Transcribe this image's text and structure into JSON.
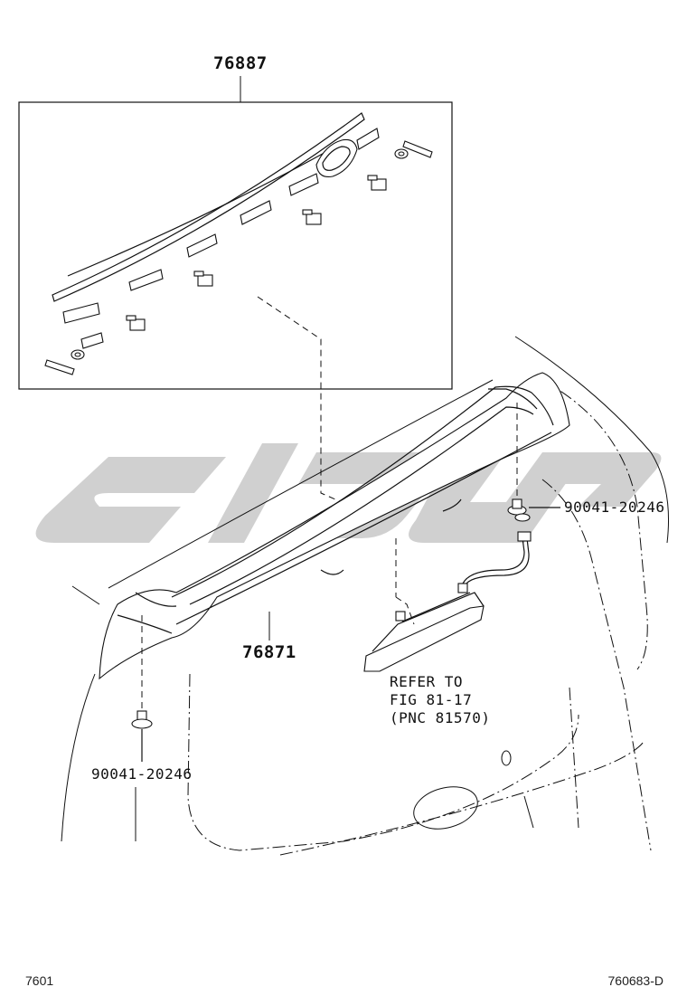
{
  "labels": {
    "kit_part": "76887",
    "spoiler_part": "76871",
    "clip_right": "90041-20246",
    "clip_left": "90041-20246",
    "refer_line1": "REFER TO",
    "refer_line2": "FIG 81-17",
    "refer_line3": "(PNC 81570)"
  },
  "footer": {
    "page_code": "7601",
    "illustration_code": "760683-D"
  },
  "colors": {
    "line": "#111111",
    "watermark": "#c8c8c8"
  }
}
